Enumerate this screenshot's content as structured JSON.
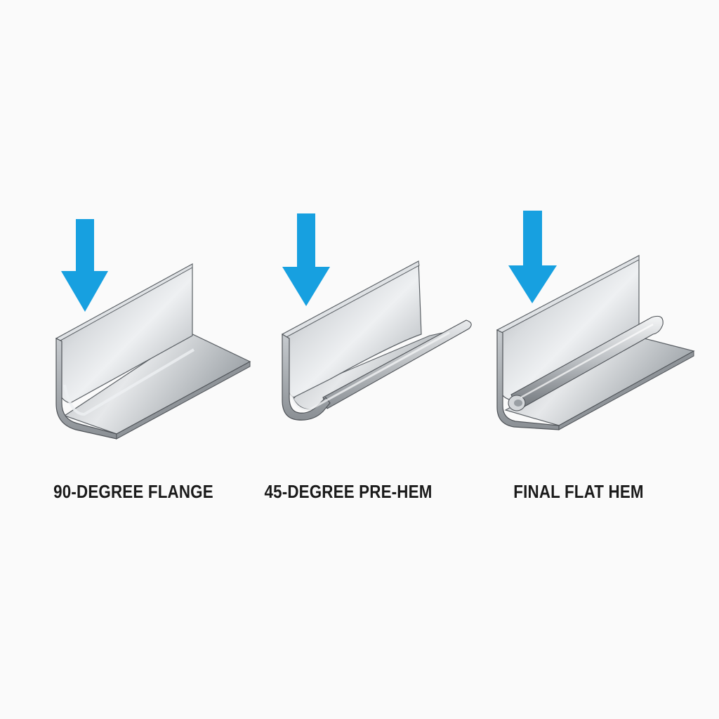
{
  "steps": [
    {
      "label": "90-DEGREE FLANGE",
      "arrow_icon": "down-arrow-icon",
      "part_icon": "flange-90-icon"
    },
    {
      "label": "45-DEGREE PRE-HEM",
      "arrow_icon": "down-arrow-icon",
      "part_icon": "pre-hem-45-icon"
    },
    {
      "label": "FINAL FLAT HEM",
      "arrow_icon": "down-arrow-icon",
      "part_icon": "flat-hem-icon"
    }
  ],
  "colors": {
    "background": "#fafafa",
    "arrow": "#17a0e0",
    "metal_light": "#e4e6e8",
    "metal_mid": "#b9bdc1",
    "metal_dark": "#7d8287",
    "edge": "#55595e",
    "label": "#1a1a1a"
  }
}
